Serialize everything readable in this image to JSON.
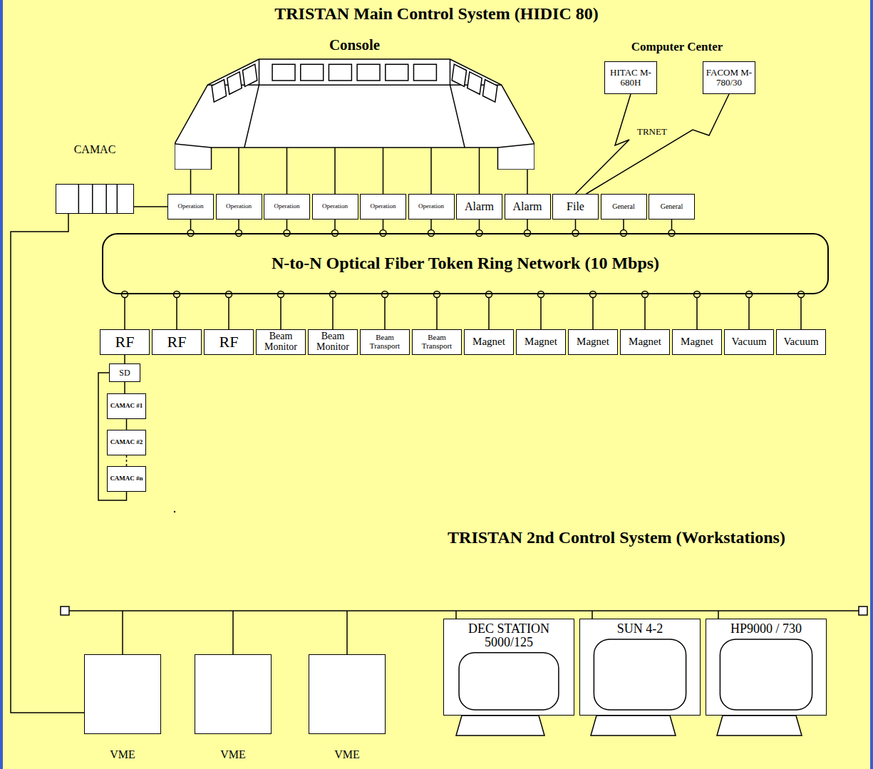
{
  "diagram": {
    "title": "TRISTAN Main Control System (HIDIC 80)",
    "nodes": [
      {
        "text": [
          "Console"
        ]
      },
      {
        "text": [
          "HITAC M-680H"
        ]
      },
      {
        "text": [
          "FACOM M-780/30"
        ]
      },
      {
        "text": [
          "CAMAC"
        ]
      },
      {
        "text": [
          "Operation"
        ]
      },
      {
        "text": [
          "Operation"
        ]
      },
      {
        "text": [
          "Operation"
        ]
      },
      {
        "text": [
          "Operation"
        ]
      },
      {
        "text": [
          "Operation"
        ]
      },
      {
        "text": [
          "Operation"
        ]
      },
      {
        "text": [
          "Alarm"
        ]
      },
      {
        "text": [
          "Alarm"
        ]
      },
      {
        "text": [
          "File"
        ]
      },
      {
        "text": [
          "General"
        ]
      },
      {
        "text": [
          "General"
        ]
      },
      {
        "text": [
          "N-to-N Optical Fiber Token Ring Network (10 Mbps)"
        ]
      },
      {
        "text": [
          "RF"
        ]
      },
      {
        "text": [
          "RF"
        ]
      },
      {
        "text": [
          "RF"
        ]
      },
      {
        "text": [
          "Beam Monitor"
        ]
      },
      {
        "text": [
          "Beam Monitor"
        ]
      },
      {
        "text": [
          "Beam Transport"
        ]
      },
      {
        "text": [
          "Beam Transport"
        ]
      },
      {
        "text": [
          "Magnet"
        ]
      },
      {
        "text": [
          "Magnet"
        ]
      },
      {
        "text": [
          "Magnet"
        ]
      },
      {
        "text": [
          "Magnet"
        ]
      },
      {
        "text": [
          "Magnet"
        ]
      },
      {
        "text": [
          "Vacuum"
        ]
      },
      {
        "text": [
          "Vacuum"
        ]
      },
      {
        "text": [
          "SD"
        ]
      },
      {
        "text": [
          "CAMAC #1"
        ]
      },
      {
        "text": [
          "CAMAC #2"
        ]
      },
      {
        "text": [
          "CAMAC #n"
        ]
      },
      {
        "text": [
          "VME"
        ]
      },
      {
        "text": [
          "VME"
        ]
      },
      {
        "text": [
          "VME"
        ]
      },
      {
        "text": [
          "DEC STATION 5000/125"
        ]
      },
      {
        "text": [
          "SUN 4-2"
        ]
      },
      {
        "text": [
          "HP9000 / 730"
        ]
      }
    ],
    "edges": [
      {
        "from": 0,
        "to": 4,
        "arrow": "none"
      },
      {
        "from": 0,
        "to": 5,
        "arrow": "none"
      },
      {
        "from": 0,
        "to": 6,
        "arrow": "none"
      },
      {
        "from": 0,
        "to": 7,
        "arrow": "none"
      },
      {
        "from": 0,
        "to": 8,
        "arrow": "none"
      },
      {
        "from": 0,
        "to": 9,
        "arrow": "none"
      },
      {
        "from": 0,
        "to": 10,
        "arrow": "none"
      },
      {
        "from": 0,
        "to": 11,
        "arrow": "none"
      },
      {
        "from": 1,
        "to": 12,
        "arrow": "none"
      },
      {
        "from": 2,
        "to": 12,
        "arrow": "none"
      },
      {
        "from": 3,
        "to": 4,
        "arrow": "none"
      },
      {
        "from": 3,
        "to": 34,
        "arrow": "none"
      },
      {
        "from": 4,
        "to": 15,
        "arrow": "none"
      },
      {
        "from": 5,
        "to": 15,
        "arrow": "none"
      },
      {
        "from": 6,
        "to": 15,
        "arrow": "none"
      },
      {
        "from": 7,
        "to": 15,
        "arrow": "none"
      },
      {
        "from": 8,
        "to": 15,
        "arrow": "none"
      },
      {
        "from": 9,
        "to": 15,
        "arrow": "none"
      },
      {
        "from": 10,
        "to": 15,
        "arrow": "none"
      },
      {
        "from": 11,
        "to": 15,
        "arrow": "none"
      },
      {
        "from": 12,
        "to": 15,
        "arrow": "none"
      },
      {
        "from": 13,
        "to": 15,
        "arrow": "none"
      },
      {
        "from": 14,
        "to": 15,
        "arrow": "none"
      },
      {
        "from": 16,
        "to": 15,
        "arrow": "none"
      },
      {
        "from": 17,
        "to": 15,
        "arrow": "none"
      },
      {
        "from": 18,
        "to": 15,
        "arrow": "none"
      },
      {
        "from": 19,
        "to": 15,
        "arrow": "none"
      },
      {
        "from": 20,
        "to": 15,
        "arrow": "none"
      },
      {
        "from": 21,
        "to": 15,
        "arrow": "none"
      },
      {
        "from": 22,
        "to": 15,
        "arrow": "none"
      },
      {
        "from": 23,
        "to": 15,
        "arrow": "none"
      },
      {
        "from": 24,
        "to": 15,
        "arrow": "none"
      },
      {
        "from": 25,
        "to": 15,
        "arrow": "none"
      },
      {
        "from": 26,
        "to": 15,
        "arrow": "none"
      },
      {
        "from": 27,
        "to": 15,
        "arrow": "none"
      },
      {
        "from": 28,
        "to": 15,
        "arrow": "none"
      },
      {
        "from": 29,
        "to": 15,
        "arrow": "none"
      },
      {
        "from": 16,
        "to": 30,
        "arrow": "none"
      },
      {
        "from": 30,
        "to": 31,
        "arrow": "none"
      },
      {
        "from": 31,
        "to": 32,
        "arrow": "none"
      },
      {
        "from": 32,
        "to": 33,
        "arrow": "none"
      },
      {
        "from": 33,
        "to": 30,
        "arrow": "none"
      }
    ],
    "labels": [
      "Computer Center",
      "TRNET",
      "TRISTAN 2nd Control System (Workstations)"
    ]
  }
}
